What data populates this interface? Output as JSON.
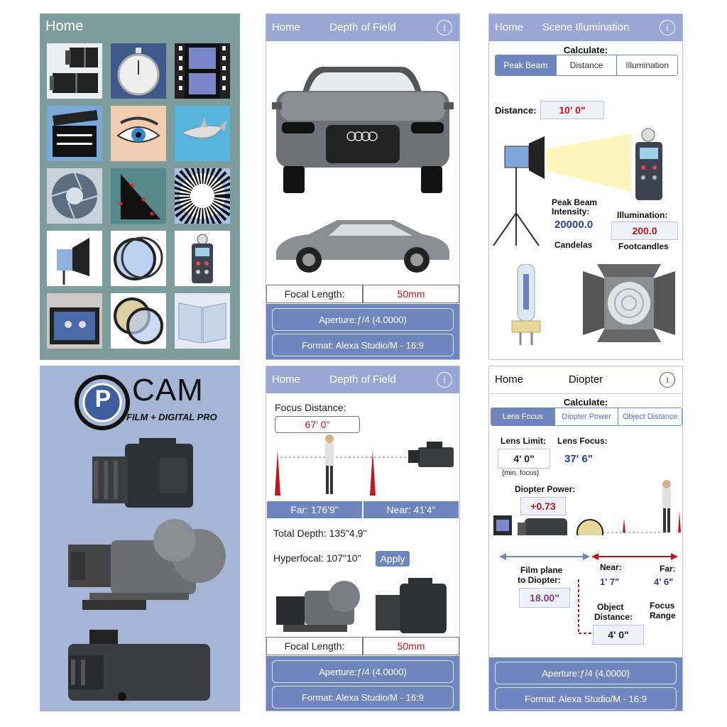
{
  "home_panel": {
    "title": "Home"
  },
  "dof_top": {
    "home": "Home",
    "title": "Depth of Field",
    "info": "i",
    "focal_label": "Focal Length:",
    "focal_value": "50mm",
    "aperture": "Aperture:ƒ/4 (4.0000)",
    "format": "Format: Alexa Studio/M - 16:9"
  },
  "scene": {
    "home": "Home",
    "title": "Scene Illumination",
    "info": "i",
    "calculate": "Calculate:",
    "segments": [
      "Peak Beam",
      "Distance",
      "Illumination"
    ],
    "distance_label": "Distance:",
    "distance_value": "10' 0\"",
    "peak_label_1": "Peak Beam",
    "peak_label_2": "Intensity:",
    "peak_value": "20000.0",
    "candelas": "Candelas",
    "illum_label": "Illumination:",
    "illum_value": "200.0",
    "footcandles": "Footcandles"
  },
  "pcam": {
    "logo_letter": "P",
    "logo_text": "CAM",
    "subtitle": "FILM + DIGITAL PRO"
  },
  "dof_bottom": {
    "home": "Home",
    "title": "Depth of Field",
    "info": "i",
    "focus_label": "Focus Distance:",
    "focus_value": "67' 0\"",
    "far": "Far: 176'9\"",
    "near": "Near: 41'4\"",
    "total": "Total Depth: 135\"4.9\"",
    "hyperfocal": "Hyperfocal: 107\"10\"",
    "apply": "Apply",
    "focal_label": "Focal Length:",
    "focal_value": "50mm",
    "aperture": "Aperture:ƒ/4 (4.0000)",
    "format": "Format: Alexa Studio/M - 16:9"
  },
  "diopter": {
    "home": "Home",
    "title": "Diopter",
    "info": "i",
    "calculate": "Calculate:",
    "segments": [
      "Lens Focus",
      "Diopter Power",
      "Object Distance"
    ],
    "lens_limit_label": "Lens Limit:",
    "lens_limit_value": "4'  0\"",
    "min_focus": "(min. focus)",
    "lens_focus_label": "Lens Focus:",
    "lens_focus_value": "37'  6\"",
    "power_label": "Diopter Power:",
    "power_value": "+0.73",
    "film_plane_1": "Film plane",
    "film_plane_2": "to Diopter:",
    "film_plane_value": "18.00\"",
    "near_label": "Near:",
    "near_value": "1'  7\"",
    "far_label": "Far:",
    "far_value": "4'  6\"",
    "object_1": "Object",
    "object_2": "Distance:",
    "object_value": "4'  0\"",
    "focus_range_1": "Focus",
    "focus_range_2": "Range",
    "aperture": "Aperture:ƒ/4 (4.0000)",
    "format": "Format: Alexa Studio/M - 16:9"
  }
}
